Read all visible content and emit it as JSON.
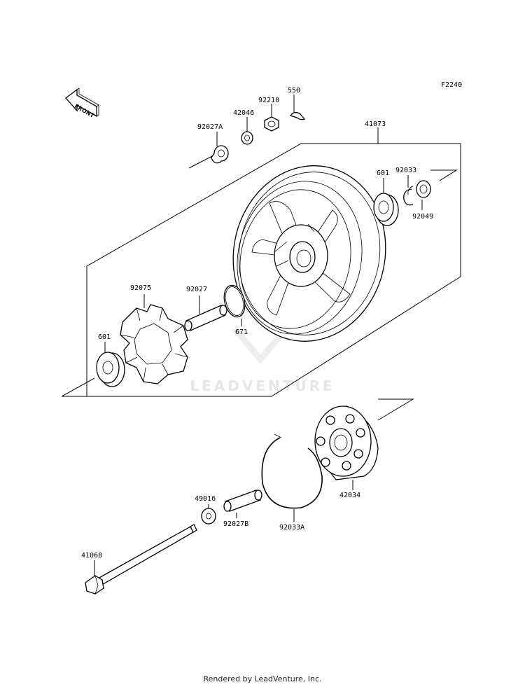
{
  "diagram": {
    "code": "F2240",
    "front_label": "FRONT",
    "watermark": "LEADVENTURE",
    "parts": {
      "p550": "550",
      "p92210": "92210",
      "p42046": "42046",
      "p92027A": "92027A",
      "p41073": "41073",
      "p601_top": "601",
      "p92033": "92033",
      "p92049": "92049",
      "p92075": "92075",
      "p92027": "92027",
      "p671": "671",
      "p601_left": "601",
      "p42034": "42034",
      "p49016": "49016",
      "p92027B": "92027B",
      "p92033A": "92033A",
      "p41068": "41068"
    }
  },
  "footer": "Rendered by LeadVenture, Inc."
}
